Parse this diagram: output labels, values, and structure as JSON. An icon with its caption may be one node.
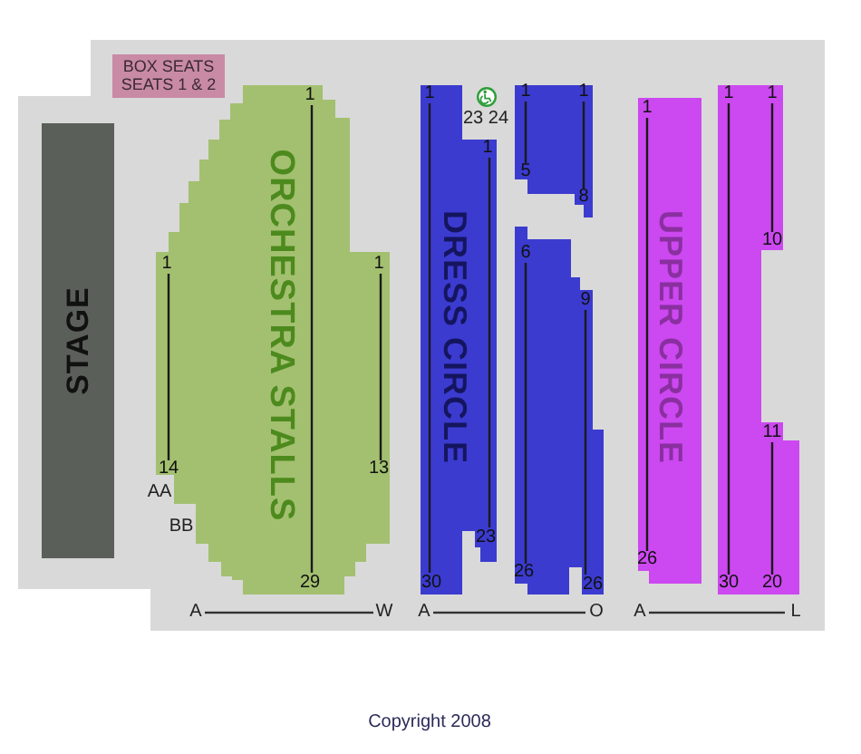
{
  "diagram": {
    "nodes": [
      {
        "text": [
          "BOX SEATS SEATS 1 & 2"
        ]
      },
      {
        "text": [
          "STAGE"
        ]
      },
      {
        "text": [
          "1",
          "1",
          "ORCHESTRA STALLS",
          "1",
          "14",
          "13",
          "29"
        ]
      },
      {
        "text": [
          "1",
          "1",
          "DRESS CIRCLE",
          "23",
          "30"
        ]
      },
      {
        "text": [
          "1",
          "1",
          "5",
          "8"
        ]
      },
      {
        "text": [
          "6",
          "9",
          "26",
          "26"
        ]
      },
      {
        "text": [
          "1",
          "UPPER CIRCLE",
          "26"
        ]
      },
      {
        "text": [
          "1",
          "1",
          "10",
          "11",
          "30",
          "20"
        ]
      }
    ],
    "labels": [
      "23 24",
      "AA",
      "BB",
      "A",
      "W",
      "A",
      "O",
      "A",
      "L",
      "Copyright 2008"
    ]
  }
}
